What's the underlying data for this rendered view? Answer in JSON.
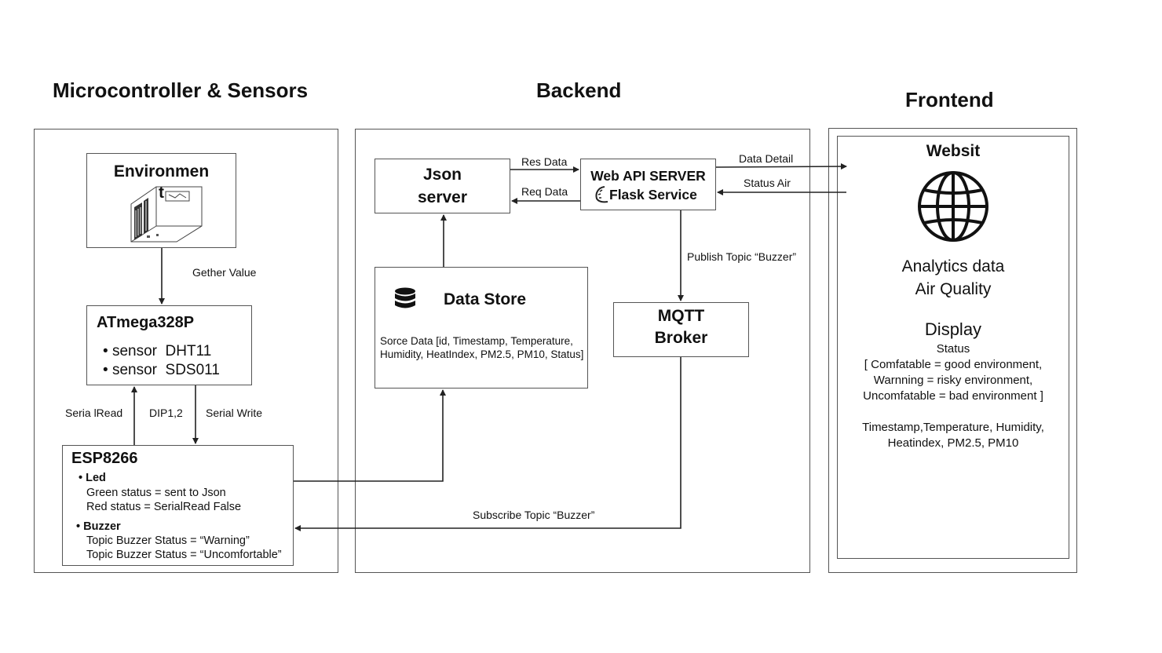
{
  "sections": {
    "micro": "Microcontroller & Sensors",
    "backend": "Backend",
    "frontend": "Frontend"
  },
  "environment": {
    "title_line1": "Environmen",
    "title_line2": "t"
  },
  "atmega": {
    "title": "ATmega328P",
    "items": [
      "sensor  DHT11",
      "sensor  SDS011"
    ]
  },
  "esp": {
    "title": "ESP8266",
    "led_label": "Led",
    "led_lines": [
      "Green status = sent to Json",
      "Red status = SerialRead False"
    ],
    "buzzer_label": "Buzzer",
    "buzzer_lines": [
      "Topic Buzzer Status = “Warning”",
      "Topic Buzzer Status = “Uncomfortable”"
    ]
  },
  "json_server": {
    "line1": "Json",
    "line2": "server"
  },
  "web_api": {
    "line1": "Web API SERVER",
    "line2": "Flask Service"
  },
  "data_store": {
    "title": "Data Store",
    "desc_line1": "Sorce Data [id, Timestamp, Temperature,",
    "desc_line2": "Humidity, HeatIndex, PM2.5, PM10, Status]"
  },
  "mqtt": {
    "line1": "MQTT",
    "line2": "Broker"
  },
  "website": {
    "title": "Websit",
    "analytics_line1": "Analytics data",
    "analytics_line2": "Air Quality",
    "display": "Display",
    "status": "Status",
    "status_lines": [
      "[ Comfatable = good environment,",
      "Warnning = risky environment,",
      "Uncomfatable = bad environment ]"
    ],
    "fields_line1": "Timestamp,Temperature, Humidity,",
    "fields_line2": "Heatindex, PM2.5, PM10"
  },
  "edges": {
    "gether_value": "Gether Value",
    "serial_read": "Seria lRead",
    "dip": "DIP1,2",
    "serial_write": "Serial Write",
    "res_data": "Res Data",
    "req_data": "Req Data",
    "data_detail": "Data Detail",
    "status_air": "Status Air",
    "publish": "Publish Topic “Buzzer”",
    "subscribe": "Subscribe Topic “Buzzer”"
  }
}
